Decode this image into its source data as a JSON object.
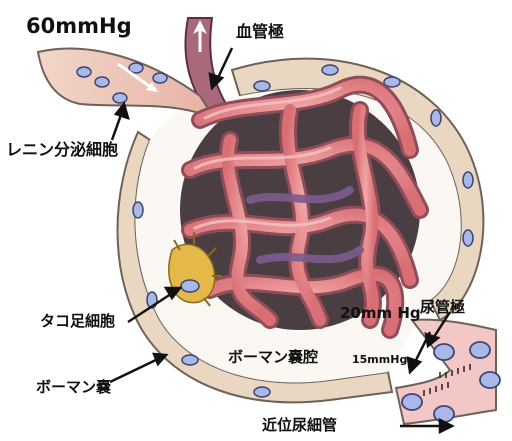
{
  "labels": {
    "afferent_pressure": "60mmHg",
    "vascular_pole": "血管極",
    "renin_cells": "レニン分泌細胞",
    "podocyte": "タコ足細胞",
    "bowman_capsule": "ボーマン嚢",
    "bowman_space": "ボーマン嚢腔",
    "bowman_space_pressure": "15mmHg",
    "tubular_pressure": "20mm Hg",
    "urinary_pole": "尿管極",
    "proximal_tubule": "近位尿細管"
  },
  "colors": {
    "capillary": "#e37c80",
    "capillary_dark": "#b5474f",
    "capillary_light": "#f4b3b3",
    "efferent": "#8e6a96",
    "capsule": "#ead7c2",
    "capsule_edge": "#6e6258",
    "cell_nucleus": "#a9b8e8",
    "podocyte": "#e5b84a",
    "arrow": "#111111"
  }
}
